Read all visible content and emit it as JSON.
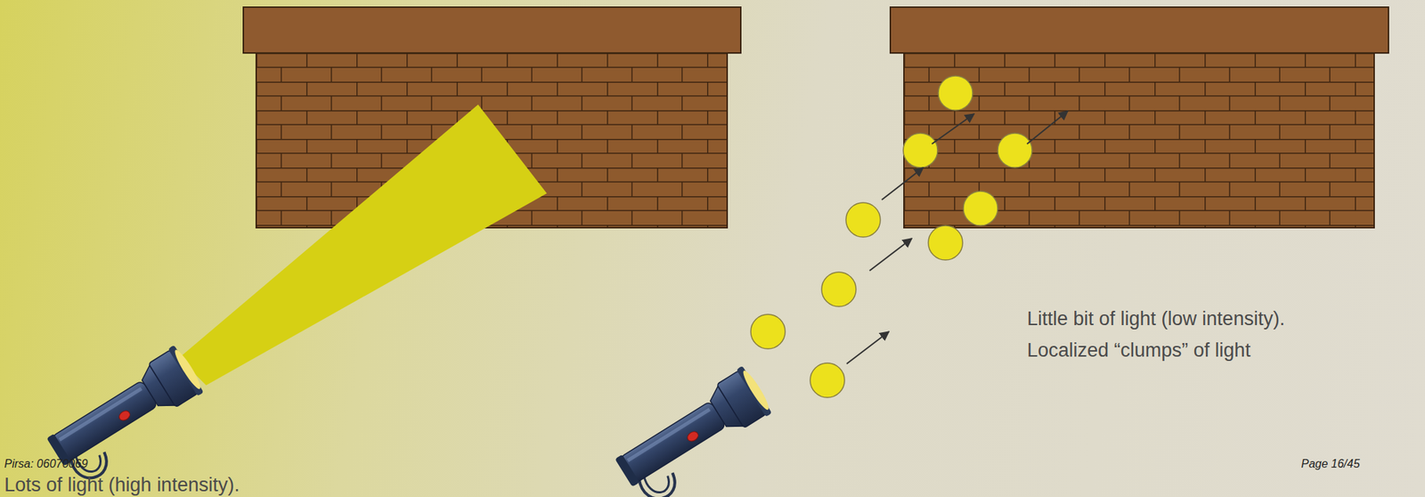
{
  "diagram": {
    "labels": [
      "Lots of light (high intensity).",
      "Little bit of light (low intensity).",
      "Localized “clumps” of light",
      "Pirsa: 06070069",
      "Page 16/45"
    ]
  }
}
